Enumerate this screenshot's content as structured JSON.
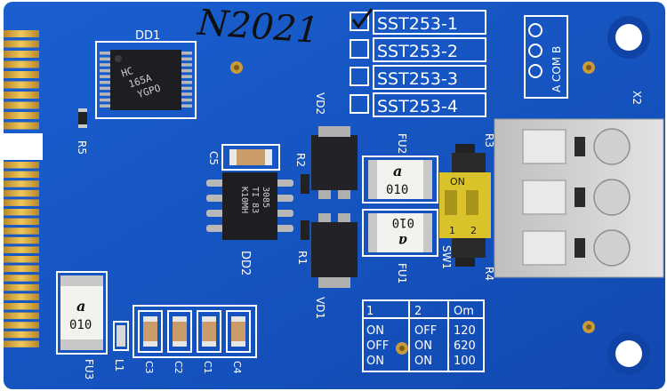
{
  "board": {
    "handwritten_mark": "N2021",
    "variant_checklist": [
      {
        "label": "SST253-1",
        "checked": true
      },
      {
        "label": "SST253-2",
        "checked": false
      },
      {
        "label": "SST253-3",
        "checked": false
      },
      {
        "label": "SST253-4",
        "checked": false
      }
    ],
    "connector_pins_label": "A COM B",
    "designators": {
      "dd1": "DD1",
      "dd2": "DD2",
      "vd1": "VD1",
      "vd2": "VD2",
      "fu1": "FU1",
      "fu2": "FU2",
      "fu3": "FU3",
      "r1": "R1",
      "r2": "R2",
      "r3": "R3",
      "r4": "R4",
      "r5": "R5",
      "c1": "C1",
      "c2": "C2",
      "c3": "C3",
      "c4": "C4",
      "c5": "C5",
      "l1": "L1",
      "sw1": "SW1",
      "x2": "X2"
    },
    "chip_markings": {
      "dd1": [
        "HC",
        "165A",
        "YGPO"
      ],
      "dd2": [
        "3085",
        "TI 83",
        "K10MH"
      ]
    },
    "fuse_markings": {
      "fu1": [
        "a",
        "010"
      ],
      "fu2": [
        "a",
        "010"
      ],
      "fu3": [
        "a",
        "010"
      ]
    },
    "dip_switch": {
      "on_label": "ON",
      "pos1": "1",
      "pos2": "2"
    },
    "termination_table": {
      "headers": [
        "1",
        "2",
        "Om"
      ],
      "rows": [
        [
          "ON",
          "OFF",
          "120"
        ],
        [
          "OFF",
          "ON",
          "620"
        ],
        [
          "ON",
          "ON",
          "100"
        ]
      ]
    }
  },
  "colors": {
    "pcb_blue": "#1655c4",
    "silkscreen": "#ffffff",
    "gold": "#d6a53a",
    "connector_grey": "#cfcfcf",
    "dip_yellow": "#d9c22a"
  }
}
